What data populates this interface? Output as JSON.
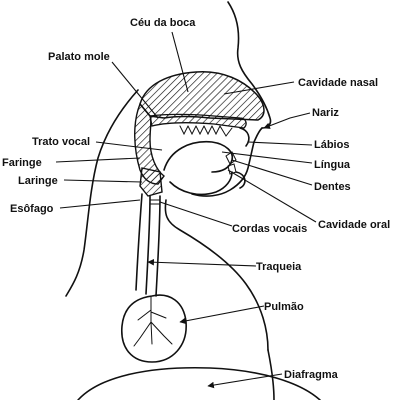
{
  "labels": {
    "ceu_da_boca": "Céu da boca",
    "palato_mole": "Palato mole",
    "cavidade_nasal": "Cavidade nasal",
    "nariz": "Nariz",
    "labios": "Lábios",
    "trato_vocal": "Trato vocal",
    "faringe": "Faringe",
    "laringe": "Laringe",
    "lingua": "Língua",
    "dentes": "Dentes",
    "esofago": "Esôfago",
    "cavidade_oral": "Cavidade oral",
    "cordas_vocais": "Cordas vocais",
    "traqueia": "Traqueia",
    "pulmao": "Pulmão",
    "diafragma": "Diafragma"
  }
}
